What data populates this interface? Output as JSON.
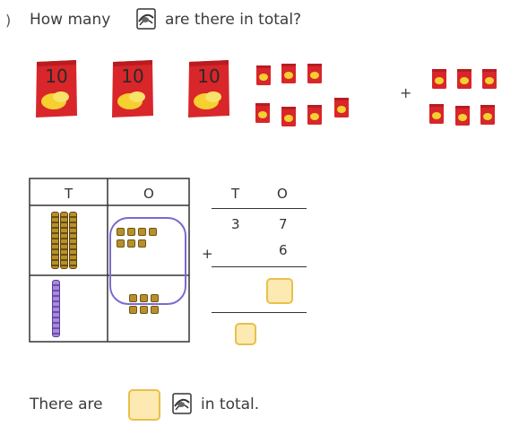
{
  "question": {
    "prefix_mark": ")",
    "before_icon": "How many",
    "after_icon": "are there in total?",
    "icon": "crisp-packet-icon"
  },
  "packets": {
    "ten_label": "10",
    "big_count": 3,
    "left_small_count": 7,
    "right_small_count": 6,
    "plus_sign": "+"
  },
  "place_value_table": {
    "headers": [
      "T",
      "O"
    ],
    "row1_tens_rods": 3,
    "row1_ones_cubes": 7,
    "row2_tens_rods": 1,
    "row2_ones_cubes": 6
  },
  "column_addition": {
    "headers": [
      "T",
      "O"
    ],
    "row1": [
      "3",
      "7"
    ],
    "plus": "+",
    "row2_ones": "6"
  },
  "answer_sentence": {
    "before": "There are",
    "after": "in total."
  },
  "colors": {
    "packet_red": "#d8262a",
    "chip_yellow": "#f5d030",
    "answer_box_fill": "#fde9b2",
    "answer_box_border": "#e8c04a",
    "loop_purple": "#7a6ad0",
    "tens_rod": "#b8902a",
    "purple_rod": "#a98ad8"
  }
}
